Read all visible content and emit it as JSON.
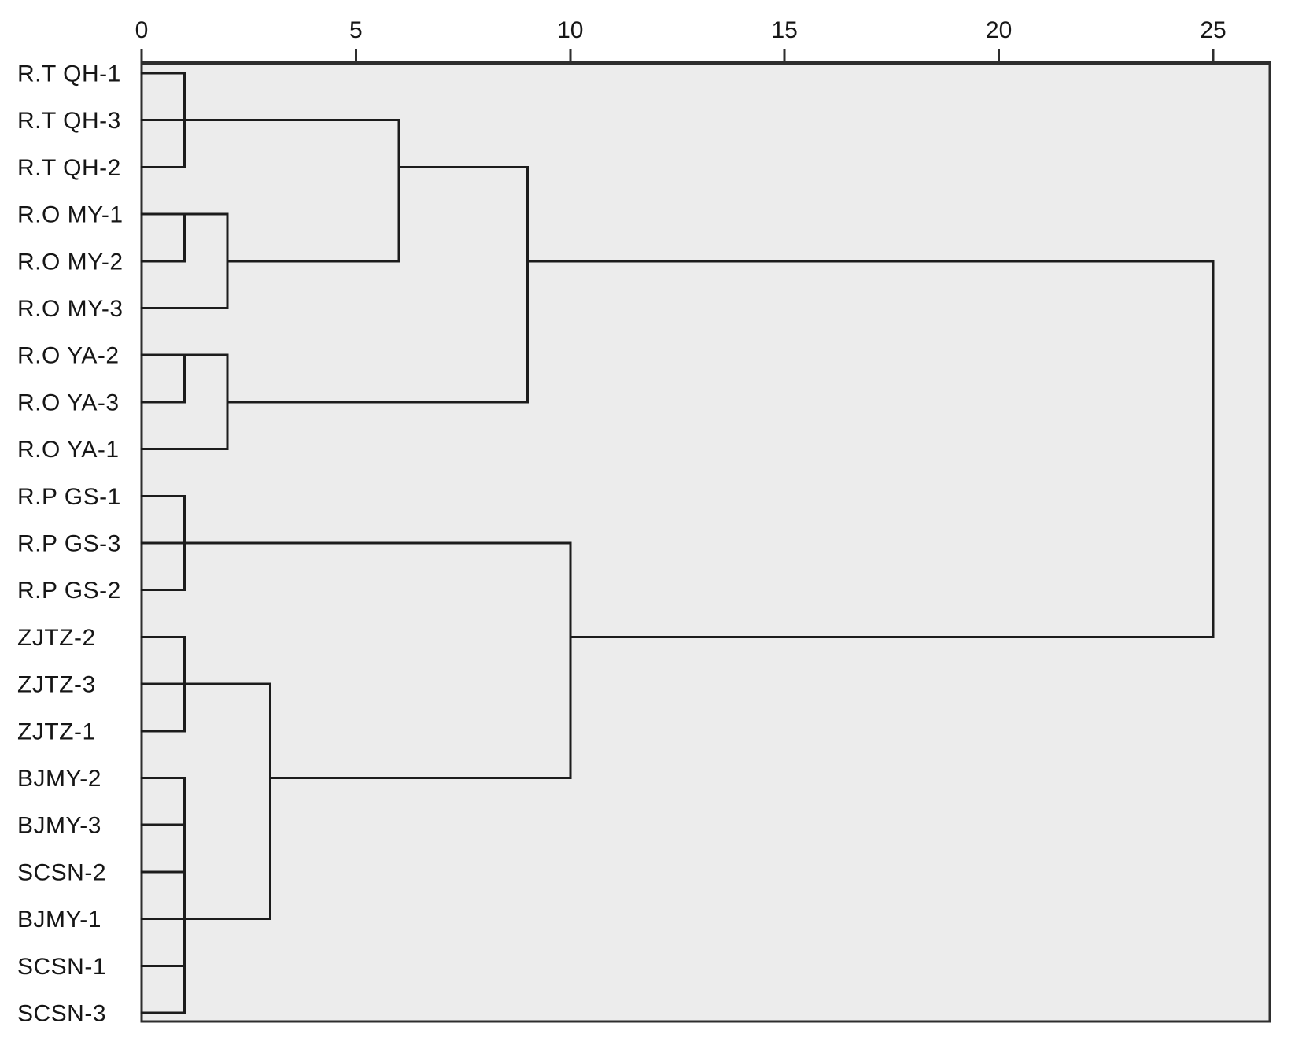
{
  "chart_data": {
    "type": "dendrogram",
    "title": "",
    "orientation": "horizontal",
    "axis_position": "top",
    "x_axis": {
      "ticks": [
        0,
        5,
        10,
        15,
        20,
        25
      ],
      "range": [
        0,
        25
      ]
    },
    "leaves": [
      "R.T QH-1",
      "R.T QH-3",
      "R.T QH-2",
      "R.O MY-1",
      "R.O MY-2",
      "R.O MY-3",
      "R.O YA-2",
      "R.O YA-3",
      "R.O YA-1",
      "R.P GS-1",
      "R.P GS-3",
      "R.P GS-2",
      "ZJTZ-2",
      "ZJTZ-3",
      "ZJTZ-1",
      "BJMY-2",
      "BJMY-3",
      "SCSN-2",
      "BJMY-1",
      "SCSN-1",
      "SCSN-3"
    ],
    "merges": [
      {
        "members": [
          "R.T QH-1",
          "R.T QH-3",
          "R.T QH-2"
        ],
        "distance": 1
      },
      {
        "members": [
          "R.O MY-1",
          "R.O MY-2"
        ],
        "distance": 1
      },
      {
        "members": [
          "R.O MY-1+2",
          "R.O MY-3"
        ],
        "distance": 2
      },
      {
        "members": [
          "R.O YA-2",
          "R.O YA-3"
        ],
        "distance": 1
      },
      {
        "members": [
          "R.O YA-2+3",
          "R.O YA-1"
        ],
        "distance": 2
      },
      {
        "members": [
          "R.P GS-1",
          "R.P GS-3",
          "R.P GS-2"
        ],
        "distance": 1
      },
      {
        "members": [
          "ZJTZ-2",
          "ZJTZ-3",
          "ZJTZ-1"
        ],
        "distance": 1
      },
      {
        "members": [
          "BJMY-2",
          "BJMY-3",
          "SCSN-2",
          "BJMY-1",
          "SCSN-1",
          "SCSN-3"
        ],
        "distance": 1
      },
      {
        "members": [
          "ZJTZ cluster",
          "BJMY+SCSN cluster"
        ],
        "distance": 3
      },
      {
        "members": [
          "QH cluster",
          "MY cluster"
        ],
        "distance": 6
      },
      {
        "members": [
          "QH+MY cluster",
          "YA cluster"
        ],
        "distance": 9
      },
      {
        "members": [
          "GS cluster",
          "ZJTZ+BJMY+SCSN cluster"
        ],
        "distance": 10
      },
      {
        "members": [
          "QH+MY+YA supercluster",
          "GS+ZJTZ+BJMY+SCSN supercluster"
        ],
        "distance": 25
      }
    ],
    "segments": {
      "horizontal": [
        [
          0,
          0,
          1.0
        ],
        [
          1,
          0,
          6.0
        ],
        [
          2,
          0,
          1.0
        ],
        [
          3,
          0,
          2.0
        ],
        [
          4,
          0,
          1.0
        ],
        [
          4,
          2.0,
          6.0
        ],
        [
          5,
          0,
          2.0
        ],
        [
          6,
          0,
          2.0
        ],
        [
          7,
          0,
          1.0
        ],
        [
          7,
          2.0,
          9.0
        ],
        [
          8,
          0,
          2.0
        ],
        [
          9,
          0,
          1.0
        ],
        [
          10,
          0,
          10.0
        ],
        [
          11,
          0,
          1.0
        ],
        [
          12,
          0,
          1.0
        ],
        [
          13,
          0,
          3.0
        ],
        [
          14,
          0,
          1.0
        ],
        [
          15,
          0,
          1.0
        ],
        [
          15,
          3.0,
          10.0
        ],
        [
          16,
          0,
          1.0
        ],
        [
          17,
          0,
          1.0
        ],
        [
          18,
          0,
          3.0
        ],
        [
          19,
          0,
          1.0
        ],
        [
          20,
          0,
          1.0
        ],
        [
          2,
          6.0,
          9.0
        ],
        [
          4,
          9.0,
          25.0
        ],
        [
          12,
          10.0,
          25.0
        ]
      ],
      "vertical": [
        [
          1.0,
          0,
          2
        ],
        [
          1.0,
          3,
          4
        ],
        [
          2.0,
          3,
          5
        ],
        [
          1.0,
          6,
          7
        ],
        [
          2.0,
          6,
          8
        ],
        [
          1.0,
          9,
          11
        ],
        [
          1.0,
          12,
          14
        ],
        [
          1.0,
          15,
          20
        ],
        [
          3.0,
          13,
          18
        ],
        [
          6.0,
          1,
          4
        ],
        [
          9.0,
          2,
          7
        ],
        [
          10.0,
          10,
          15
        ],
        [
          25.0,
          4,
          12
        ]
      ]
    },
    "colors": {
      "page_background": "#ffffff",
      "plot_background": "#ececec",
      "line": "#1c1c1c",
      "border": "#2e2e2e",
      "axis_line": "#2e2e2e",
      "text": "#161616"
    },
    "grid": false,
    "legend": false
  }
}
